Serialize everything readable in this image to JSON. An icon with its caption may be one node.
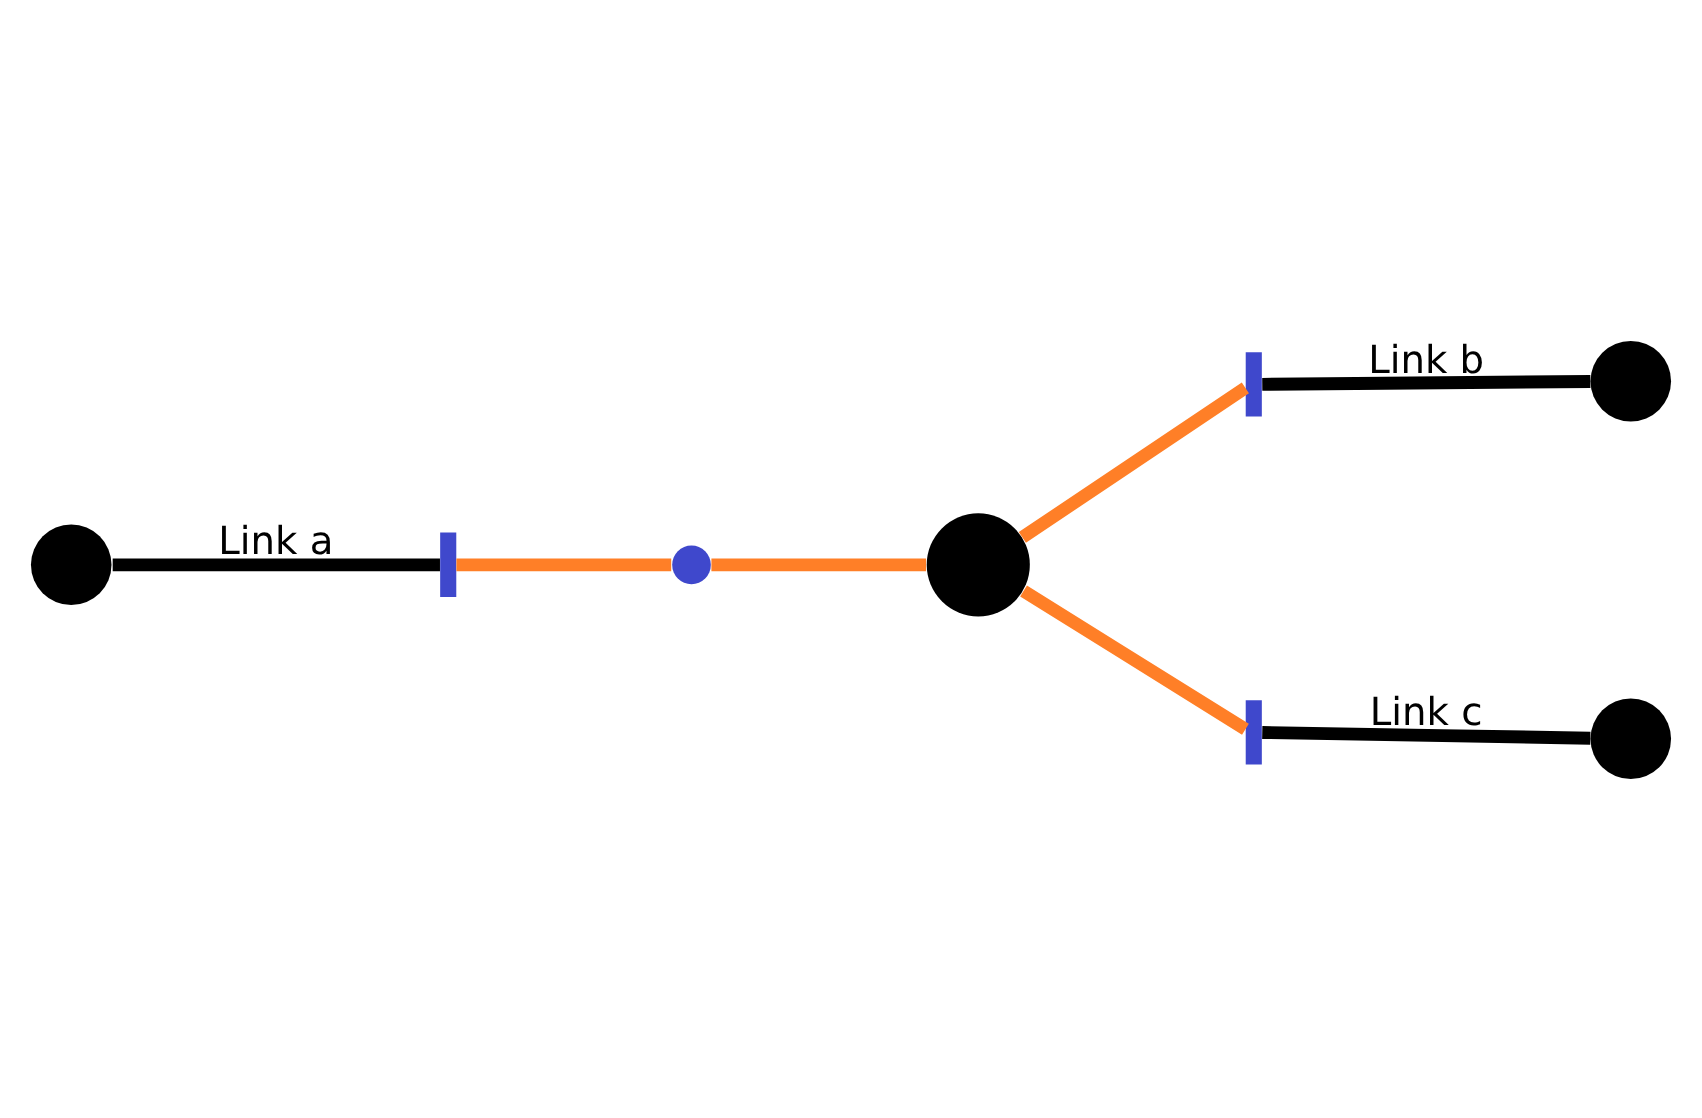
{
  "diagram": {
    "nodes": [
      {
        "text": [],
        "shape": "circle"
      },
      {
        "text": [],
        "shape": "bar"
      },
      {
        "text": [],
        "shape": "circle"
      },
      {
        "text": [],
        "shape": "circle"
      },
      {
        "text": [],
        "shape": "bar"
      },
      {
        "text": [],
        "shape": "bar"
      },
      {
        "text": [],
        "shape": "circle"
      },
      {
        "text": [],
        "shape": "circle"
      }
    ],
    "edges": [
      {
        "from": 0,
        "to": 1,
        "arrow": "none",
        "label": "Link a",
        "color": "#000000"
      },
      {
        "from": 1,
        "to": 2,
        "arrow": "none"
      },
      {
        "from": 2,
        "to": 3,
        "arrow": "none"
      },
      {
        "from": 3,
        "to": 4,
        "arrow": "none"
      },
      {
        "from": 4,
        "to": 6,
        "arrow": "none",
        "label": "Link b",
        "color": "#000000"
      },
      {
        "from": 3,
        "to": 5,
        "arrow": "none"
      },
      {
        "from": 5,
        "to": 7,
        "arrow": "none",
        "label": "Link c",
        "color": "#000000"
      }
    ]
  }
}
